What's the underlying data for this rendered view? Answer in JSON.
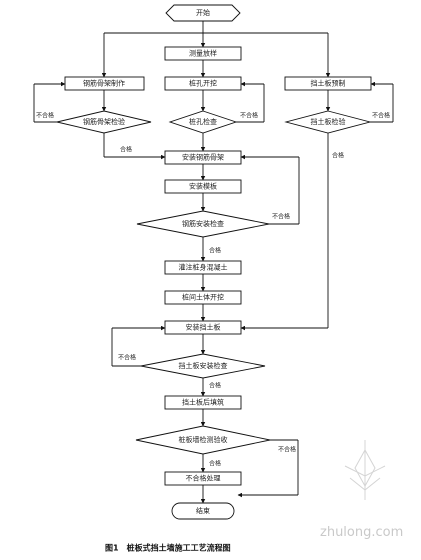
{
  "diagram": {
    "nodes": {
      "start": "开始",
      "survey": "测量放样",
      "pile_hole": "桩孔开挖",
      "hole_check": "桩孔检查",
      "steel_make": "钢筋骨架制作",
      "steel_check": "钢筋骨架检验",
      "wall_plate_make": "挡土板预制",
      "wall_plate_check": "挡土板检验",
      "install_cage": "安装钢筋骨架",
      "formwork": "安装模板",
      "cage_check": "钢筋安装检查",
      "pour_concrete": "灌注桩身混凝土",
      "excavate_front": "桩间土体开挖",
      "install_plate": "安装挡土板",
      "plate_check": "挡土板安装检查",
      "backfill": "挡土板后填筑",
      "quality_check": "桩板墙检测验收",
      "rework": "不合格处理",
      "end": "结束"
    },
    "edge_labels": {
      "fail": "不合格",
      "pass": "合格"
    },
    "caption": "图1　桩板式挡土墙施工工艺流程图"
  },
  "watermark": {
    "text": "zhulong.com"
  }
}
